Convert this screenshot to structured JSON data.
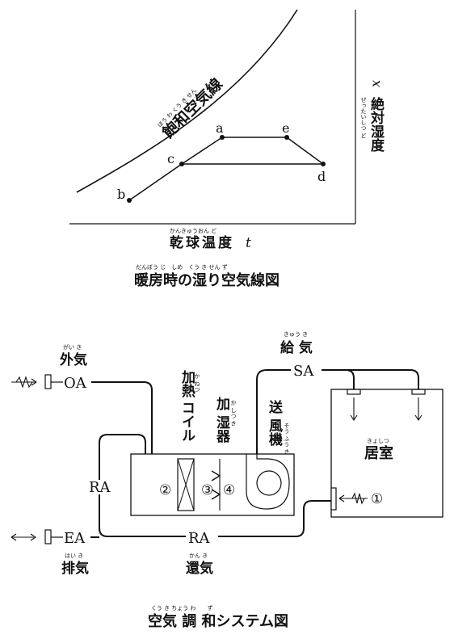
{
  "chart": {
    "saturation_curve": {
      "label": "飽和空気線",
      "ruby": "ほう わ くう き せん"
    },
    "x_axis": {
      "label": "乾球温度",
      "ruby": "かんきゅうおん ど",
      "var": "t"
    },
    "y_axis": {
      "label": "絶対湿度",
      "ruby": "ぜったいしつ ど",
      "var": "x"
    },
    "points": [
      "a",
      "b",
      "c",
      "d",
      "e"
    ],
    "caption": {
      "text": "暖房時の湿り空気線図",
      "ruby": "だんぼう じ　しめ　くう き せん ず"
    }
  },
  "system": {
    "outside_air": {
      "label": "外気",
      "ruby": "がい き",
      "code": "OA"
    },
    "exhaust_air": {
      "label": "排気",
      "ruby": "はい き",
      "code": "EA"
    },
    "return_air": {
      "label": "還気",
      "ruby": "かん き",
      "code": "RA",
      "code_left": "RA"
    },
    "supply_air": {
      "label": "給 気",
      "ruby": "きゅう き",
      "code": "SA"
    },
    "heating_coil": {
      "label_line1": "加熱",
      "label_line2": "コイル",
      "ruby": "か ねつ"
    },
    "humidifier": {
      "label_line1": "加",
      "label_line2": "湿器",
      "ruby": "か しつ き"
    },
    "blower": {
      "label_line1": "送",
      "label_line2": "風機",
      "ruby": "そう ふう き"
    },
    "room": {
      "label": "居室",
      "ruby": "きょしつ"
    },
    "markers": [
      "②",
      "③",
      "④",
      "①"
    ],
    "caption": {
      "text": "空気 調 和システム図",
      "ruby": "くう き ちょう わ　　ず"
    }
  }
}
